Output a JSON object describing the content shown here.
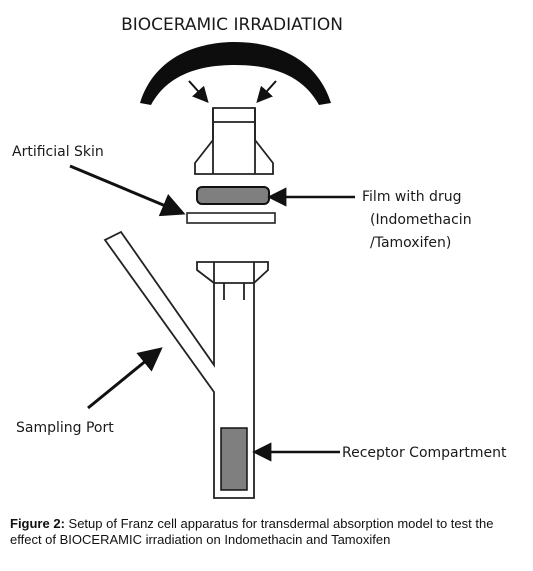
{
  "diagram": {
    "title": "BIOCERAMIC IRRADIATION",
    "labels": {
      "artificial_skin": "Artificial Skin",
      "film_line1": "Film with drug",
      "film_line2": "(Indomethacin",
      "film_line3": "/Tamoxifen)",
      "sampling_port": "Sampling Port",
      "receptor": "Receptor Compartment"
    },
    "colors": {
      "lamp": "#0d0d0d",
      "film": "#7f7f7f",
      "receptor_fill": "#7f7f7f",
      "outline": "#222222"
    }
  },
  "caption": {
    "label": "Figure 2:",
    "text": "Setup of Franz cell apparatus for transdermal absorption model to test the effect of BIOCERAMIC irradiation on Indomethacin and Tamoxifen"
  }
}
